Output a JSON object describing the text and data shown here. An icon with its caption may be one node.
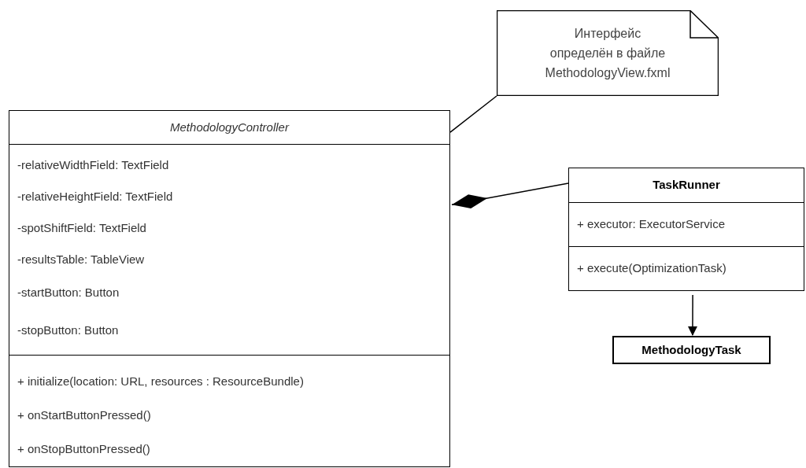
{
  "diagram": {
    "nodes": [
      {
        "text": [
          "Интерфейс определён в файле MethodologyView.fxml"
        ]
      },
      {
        "text": [
          "MethodologyController",
          "-relativeWidthField: TextField",
          "-relativeHeightField: TextField",
          "-spotShiftField: TextField",
          "-resultsTable: TableView",
          "-startButton: Button",
          "-stopButton: Button",
          "+ initialize(location: URL, resources : ResourceBundle)",
          "+ onStartButtonPressed()",
          "+ onStopButtonPressed()"
        ]
      },
      {
        "text": [
          "TaskRunner",
          "+ executor: ExecutorService",
          "+ execute(OptimizationTask)"
        ]
      },
      {
        "text": [
          "MethodologyTask"
        ]
      }
    ],
    "edges": [
      {
        "from": 0,
        "to": 1,
        "arrow": "none"
      },
      {
        "from": 1,
        "to": 2,
        "arrow": "other"
      },
      {
        "from": 2,
        "to": 3,
        "arrow": "to"
      }
    ]
  }
}
